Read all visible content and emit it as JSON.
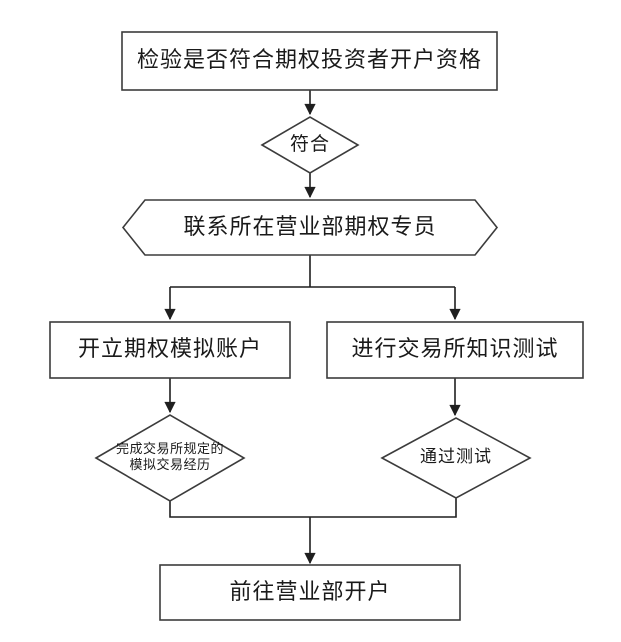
{
  "diagram": {
    "type": "flowchart",
    "language": "zh-CN",
    "colors": {
      "background": "#ffffff",
      "shape_stroke": "#3c3c3c",
      "edge_stroke": "#1f1f1f",
      "text": "#1a1a1a"
    },
    "nodes": {
      "check_eligibility": {
        "shape": "rectangle",
        "label": "检验是否符合期权投资者开户资格"
      },
      "qualified": {
        "shape": "diamond",
        "label": "符合"
      },
      "contact_specialist": {
        "shape": "hexagon",
        "label": "联系所在营业部期权专员"
      },
      "open_sim_account": {
        "shape": "rectangle",
        "label": "开立期权模拟账户"
      },
      "knowledge_test": {
        "shape": "rectangle",
        "label": "进行交易所知识测试"
      },
      "complete_sim_experience": {
        "shape": "diamond",
        "label_line1": "完成交易所规定的",
        "label_line2": "模拟交易经历"
      },
      "pass_test": {
        "shape": "diamond",
        "label": "通过测试"
      },
      "go_open_account": {
        "shape": "rectangle",
        "label": "前往营业部开户"
      }
    },
    "edges": [
      {
        "from": "check_eligibility",
        "to": "qualified"
      },
      {
        "from": "qualified",
        "to": "contact_specialist"
      },
      {
        "from": "contact_specialist",
        "to": "open_sim_account"
      },
      {
        "from": "contact_specialist",
        "to": "knowledge_test"
      },
      {
        "from": "open_sim_account",
        "to": "complete_sim_experience"
      },
      {
        "from": "knowledge_test",
        "to": "pass_test"
      },
      {
        "from": "complete_sim_experience",
        "to": "go_open_account"
      },
      {
        "from": "pass_test",
        "to": "go_open_account"
      }
    ]
  }
}
